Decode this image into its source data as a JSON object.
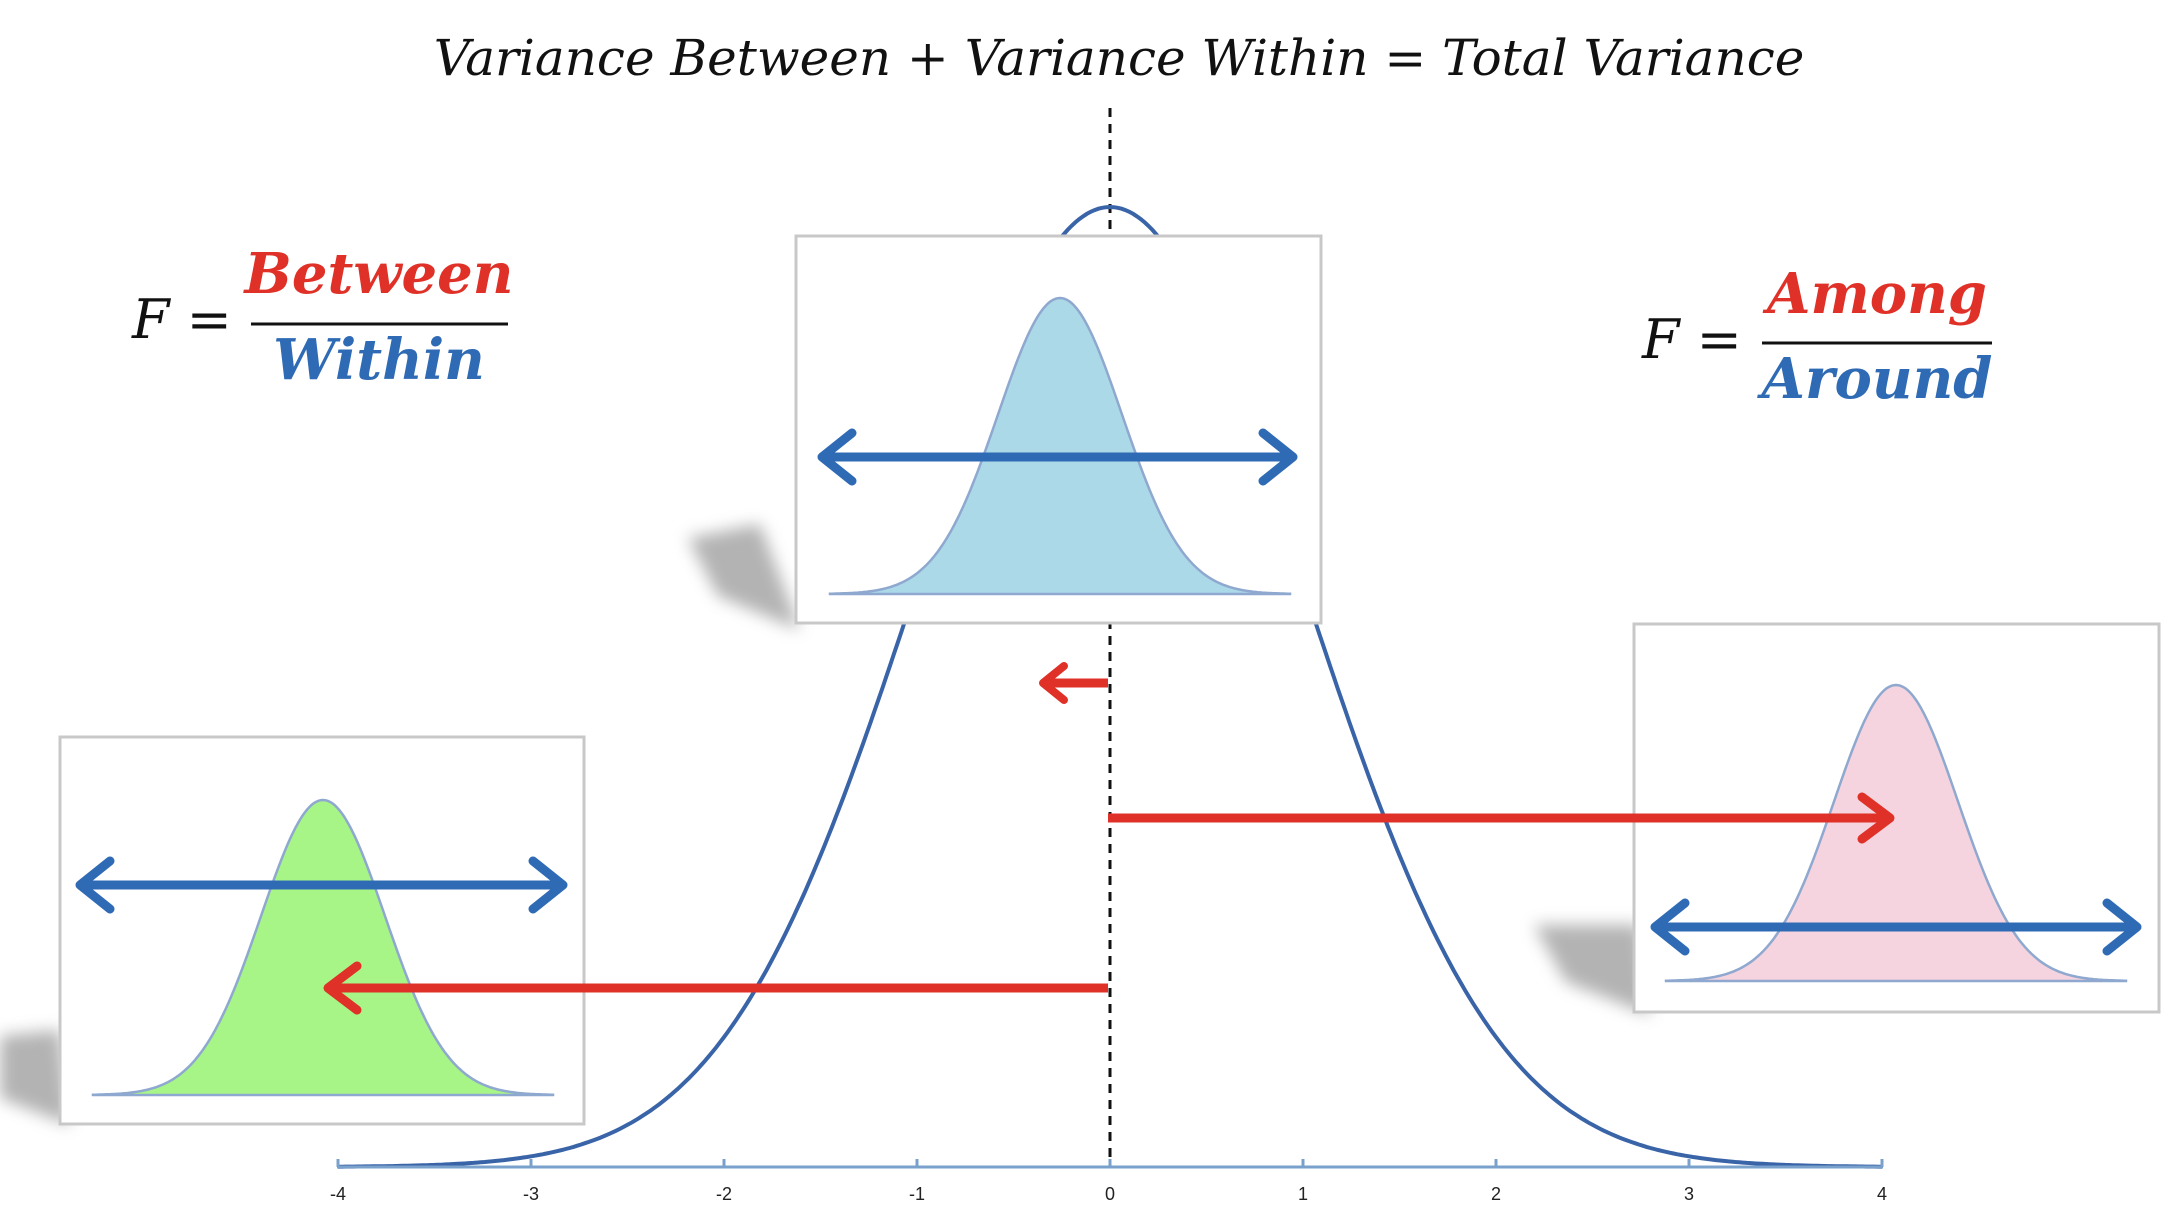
{
  "equation": {
    "text": "Variance Between + Variance Within = Total Variance"
  },
  "formula_left": {
    "lhs": "F =",
    "numerator": "Between",
    "denominator": "Within"
  },
  "formula_right": {
    "lhs": "F =",
    "numerator": "Among",
    "denominator": "Around"
  },
  "axis": {
    "ticks": [
      "-4",
      "-3",
      "-2",
      "-1",
      "0",
      "1",
      "2",
      "3",
      "4"
    ]
  },
  "colors": {
    "red": "#e03128",
    "blue": "#2f6bb5",
    "curve": "#3a64a8",
    "cyan_fill": "#acd9e8",
    "green_fill": "#a8f587",
    "pink_fill": "#f5d4df",
    "small_curve_stroke": "#8ea8cf"
  }
}
